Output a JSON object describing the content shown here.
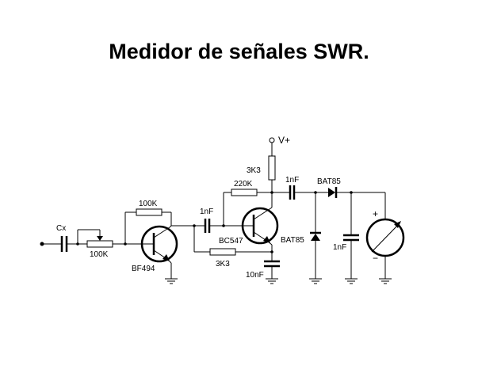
{
  "title": "Medidor de señales  SWR.",
  "labels": {
    "cx": "Cx",
    "pot": "100K",
    "r_feedback_100k": "100K",
    "q1": "BF494",
    "c_1nf_a": "1nF",
    "r_220k": "220K",
    "q2": "BC547",
    "r_3k3_bottom": "3K3",
    "c_10nf": "10nF",
    "vplus": "V+",
    "r_3k3_top": "3K3",
    "c_1nf_b": "1nF",
    "d_bat85_a": "BAT85",
    "d_bat85_b": "BAT85",
    "c_1nf_c": "1nF",
    "meter_plus": "+",
    "meter_minus": "−"
  }
}
